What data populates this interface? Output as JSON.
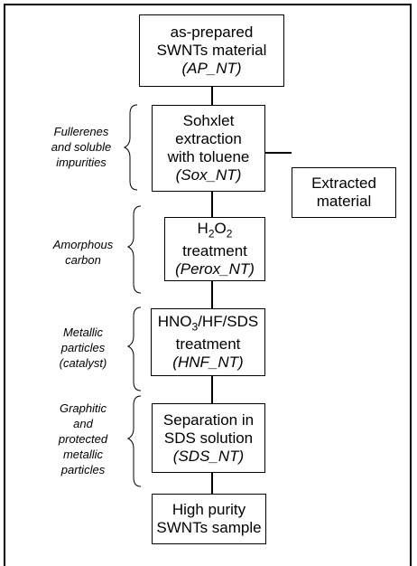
{
  "boxes": {
    "ap": {
      "line1": "as-prepared",
      "line2": "SWNTs material",
      "code": "(AP_NT)"
    },
    "sox": {
      "line1": "Sohxlet",
      "line2": "extraction",
      "line3": "with toluene",
      "code": "(Sox_NT)"
    },
    "extracted": {
      "line1": "Extracted",
      "line2": "material"
    },
    "perox": {
      "h2o2_pre": "H",
      "h2o2_sub1": "2",
      "h2o2_mid": "O",
      "h2o2_sub2": "2",
      "line2": "treatment",
      "code": "(Perox_NT)"
    },
    "hnf": {
      "pre": "HNO",
      "sub": "3",
      "post": "/HF/SDS",
      "line2": "treatment",
      "code": "(HNF_NT)"
    },
    "sds": {
      "line1": "Separation in",
      "line2": "SDS solution",
      "code": "(SDS_NT)"
    },
    "final": {
      "line1": "High purity",
      "line2": "SWNTs sample"
    }
  },
  "labels": {
    "fullerenes": [
      "Fullerenes",
      "and soluble",
      "impurities"
    ],
    "amorphous": [
      "Amorphous",
      "carbon"
    ],
    "metallic": [
      "Metallic",
      "particles",
      "(catalyst)"
    ],
    "graphitic": [
      "Graphitic",
      "and",
      "protected",
      "metallic",
      "particles"
    ]
  }
}
